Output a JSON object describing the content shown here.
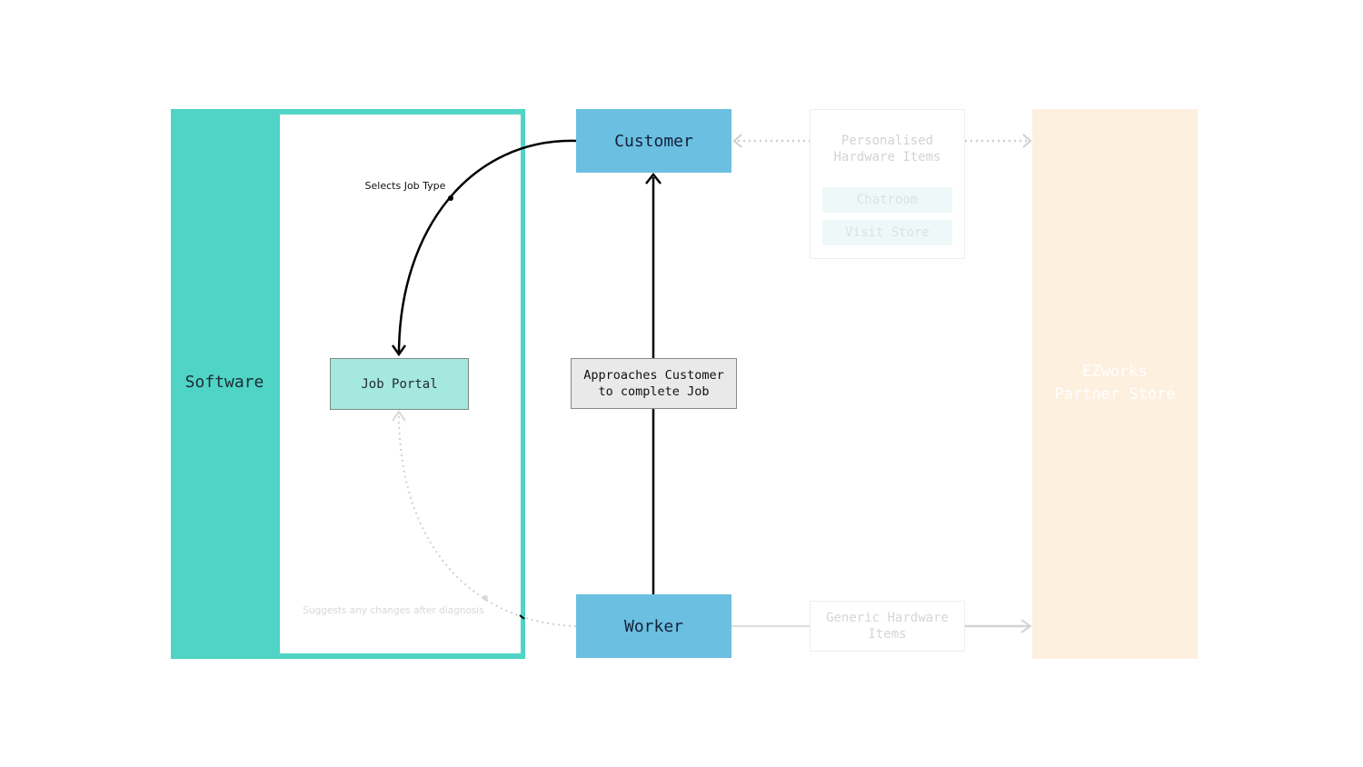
{
  "software": {
    "label": "Software"
  },
  "job_portal": {
    "label": "Job Portal"
  },
  "customer": {
    "label": "Customer"
  },
  "worker": {
    "label": "Worker"
  },
  "approach": {
    "label": "Approaches Customer\nto complete Job"
  },
  "personalised": {
    "label": "Personalised\nHardware Items",
    "chatroom": "Chatroom",
    "visit_store": "Visit Store"
  },
  "generic": {
    "label": "Generic Hardware\nItems"
  },
  "partner_store": {
    "label": "EZworks\nPartner Store"
  },
  "edges": {
    "selects_job_type": "Selects Job Type",
    "suggests_changes": "Suggests any changes after diagnosis"
  },
  "colors": {
    "software": "#4fd4c5",
    "job_portal": "#a5e8dd",
    "actor": "#6bbfe0",
    "partner_store": "#fef0df",
    "approach": "#e9e9e9"
  }
}
